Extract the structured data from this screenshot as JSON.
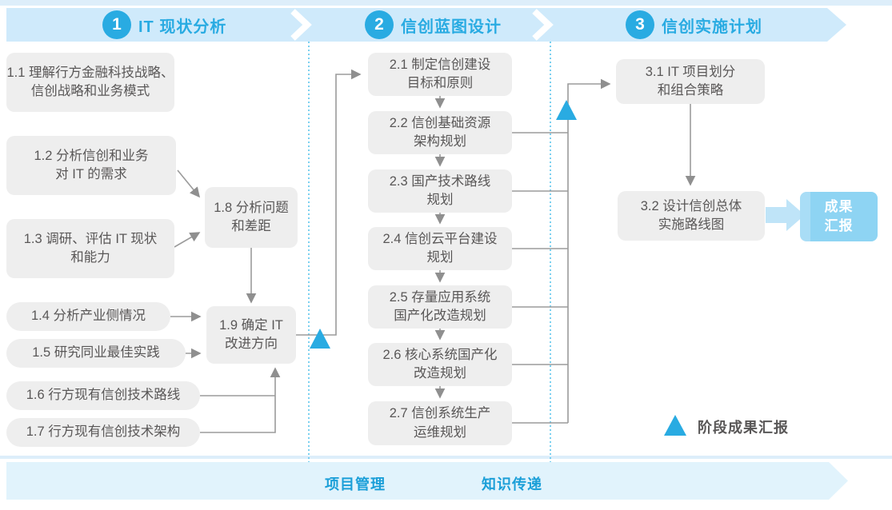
{
  "phases": [
    {
      "number": "1",
      "title": "IT 现状分析"
    },
    {
      "number": "2",
      "title": "信创蓝图设计"
    },
    {
      "number": "3",
      "title": "信创实施计划"
    }
  ],
  "stage1": {
    "b11": "1.1 理解行方金融科技战略、\n信创战略和业务模式",
    "b12": "1.2 分析信创和业务\n对 IT 的需求",
    "b13": "1.3 调研、评估 IT 现状\n和能力",
    "b14": "1.4 分析产业侧情况",
    "b15": "1.5 研究同业最佳实践",
    "b16": "1.6 行方现有信创技术路线",
    "b17": "1.7 行方现有信创技术架构",
    "b18": "1.8 分析问题\n和差距",
    "b19": "1.9 确定 IT\n改进方向"
  },
  "stage2": {
    "b21": "2.1 制定信创建设\n目标和原则",
    "b22": "2.2 信创基础资源\n架构规划",
    "b23": "2.3 国产技术路线\n规划",
    "b24": "2.4 信创云平台建设\n规划",
    "b25": "2.5 存量应用系统\n国产化改造规划",
    "b26": "2.6 核心系统国产化\n改造规划",
    "b27": "2.7 信创系统生产\n运维规划"
  },
  "stage3": {
    "b31": "3.1 IT 项目划分\n和组合策略",
    "b32": "3.2 设计信创总体\n实施路线图",
    "deliverable": "成果\n汇报"
  },
  "legend": {
    "milestone_label": "阶段成果汇报"
  },
  "footer": {
    "project_mgmt": "项目管理",
    "knowledge_transfer": "知识传递"
  },
  "colors": {
    "accent_blue": "#29abe2",
    "band_blue": "#cfeafb",
    "footer_band_blue": "#e1f3fc",
    "box_gray": "#eeeeee",
    "line_gray": "#9b9b9b",
    "deliverable_blue": "#8ed4f3",
    "flow_arrow_blue": "#bfe4f8",
    "text_gray": "#595757"
  }
}
